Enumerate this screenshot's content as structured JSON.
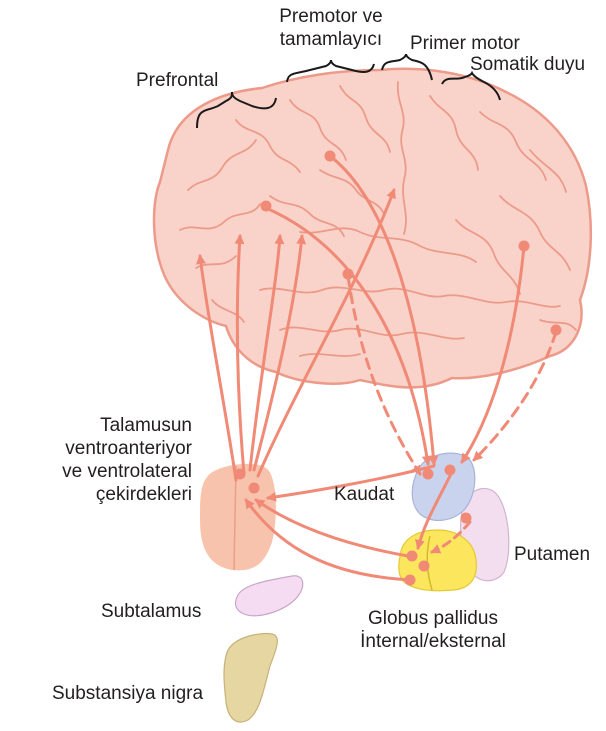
{
  "labels": {
    "prefrontal": "Prefrontal",
    "premotor_line1": "Premotor ve",
    "premotor_line2": "tamamlayıcı",
    "primer_motor": "Primer motor",
    "somatik_duyu": "Somatik duyu",
    "talamus_line1": "Talamusun",
    "talamus_line2": "ventroanteriyor",
    "talamus_line3": "ve ventrolateral",
    "talamus_line4": "çekirdekleri",
    "kaudat": "Kaudat",
    "putamen": "Putamen",
    "subtalamus": "Subtalamus",
    "globus_line1": "Globus pallidus",
    "globus_line2": "İnternal/eksternal",
    "substansiya_nigra": "Substansiya nigra"
  },
  "colors": {
    "brain_fill": "#f9d3c9",
    "brain_outline": "#ec9a8a",
    "pathway": "#f08a76",
    "thalamus": "#f8c3ac",
    "caudate": "#c9d3ee",
    "putamen": "#f3def0",
    "globus_pallidus": "#fbe65e",
    "subthalamus": "#f5dcf3",
    "substantia_nigra": "#e6d6a2",
    "bracket": "#1a1a1a"
  }
}
